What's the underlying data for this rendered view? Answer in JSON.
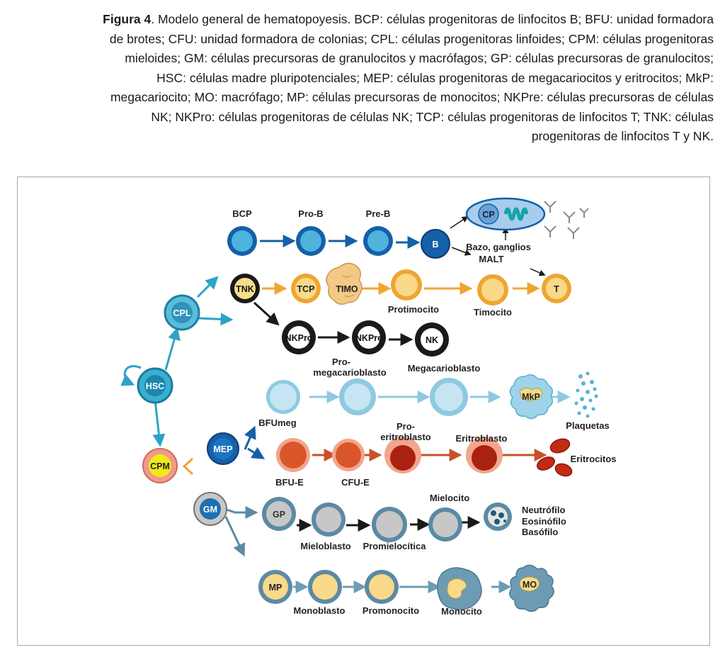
{
  "caption": {
    "label": "Figura 4",
    "text": ". Modelo general de hematopoyesis. BCP: células progenitoras de linfocitos B; BFU: unidad formadora de brotes; CFU: unidad formadora de colonias; CPL: células progenitoras linfoides; CPM: células progenitoras mieloides; GM: células precursoras de granulocitos y macrófagos; GP: células precursoras de granulocitos; HSC: células madre pluripotenciales; MEP: células progenitoras de megacariocitos y eritrocitos; MkP: megacariocito; MO: macrófago; MP: células precursoras de monocitos; NKPre: células precursoras de células NK; NKPro: células progenitoras de células NK; TCP: células progenitoras de linfocitos T; TNK: células progenitoras de linfocitos T y NK."
  },
  "diagram": {
    "cells": {
      "hsc": "HSC",
      "cpl": "CPL",
      "cpm": "CPM",
      "mep": "MEP",
      "gm": "GM",
      "b": "B",
      "cp": "CP",
      "tnk": "TNK",
      "tcp": "TCP",
      "timo": "TIMO",
      "t": "T",
      "nkpro": "NKPro",
      "nkpre": "NKPre",
      "nk": "NK",
      "mkp": "MkP",
      "gp": "GP",
      "mp": "MP",
      "mo": "MO"
    },
    "labels": {
      "bcp": "BCP",
      "prob": "Pro-B",
      "preb": "Pre-B",
      "bazo1": "Bazo, ganglios",
      "bazo2": "MALT",
      "protimocito": "Protimocito",
      "timocito": "Timocito",
      "promega1": "Pro-",
      "promega2": "megacarioblasto",
      "megacarioblasto": "Megacarioblasto",
      "bfumeg": "BFUmeg",
      "plaquetas": "Plaquetas",
      "proeritro1": "Pro-",
      "proeritro2": "eritroblasto",
      "eritroblasto": "Eritroblasto",
      "bfue": "BFU-E",
      "cfue": "CFU-E",
      "eritrocitos": "Eritrocitos",
      "mielocito": "Mielocito",
      "mieloblasto": "Mieloblasto",
      "promielocitica": "Promielocítica",
      "neutrofilo": "Neutrófilo",
      "eosinofilo": "Eosinófilo",
      "basofilo": "Basófilo",
      "monoblasto": "Monoblasto",
      "promonocito": "Promonocito",
      "monocito": "Monocito"
    }
  }
}
